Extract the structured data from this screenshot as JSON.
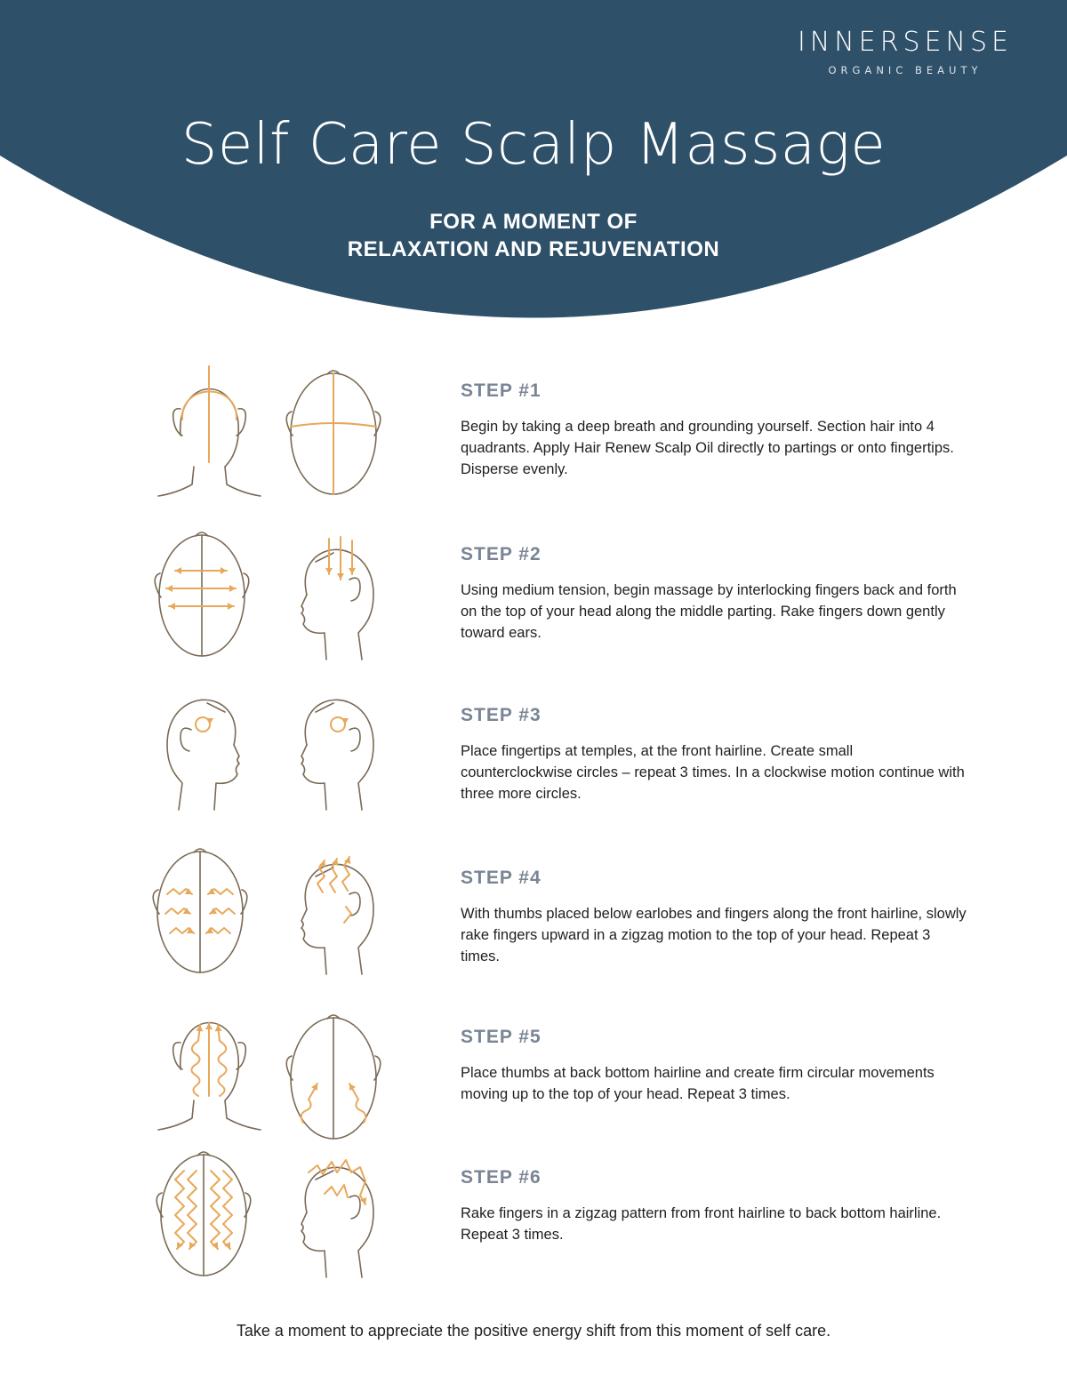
{
  "brand": {
    "name": "INNERSENSE",
    "tagline": "ORGANIC BEAUTY"
  },
  "title": "Self Care Scalp Massage",
  "subtitle": {
    "line1": "FOR A MOMENT OF",
    "line2": "RELAXATION AND REJUVENATION"
  },
  "steps": [
    {
      "label": "STEP #1",
      "text": "Begin by taking a deep breath and grounding yourself. Section hair into 4 quadrants. Apply Hair Renew Scalp Oil directly to partings or onto fingertips. Disperse evenly."
    },
    {
      "label": "STEP #2",
      "text": "Using medium tension, begin massage by interlocking fingers back and forth on the top of your head along the middle parting. Rake fingers down gently toward ears."
    },
    {
      "label": "STEP #3",
      "text": "Place fingertips at temples, at the front hairline. Create small counterclockwise circles – repeat 3 times. In a clockwise motion continue with three more circles."
    },
    {
      "label": "STEP #4",
      "text": "With thumbs placed below earlobes and fingers along the front hairline, slowly rake fingers upward in a zigzag motion to the top of your head. Repeat 3 times."
    },
    {
      "label": "STEP #5",
      "text": "Place thumbs at back bottom hairline and create firm circular movements moving up to the top of your head. Repeat 3 times."
    },
    {
      "label": "STEP #6",
      "text": "Rake fingers in a zigzag pattern from front hairline to back bottom hairline. Repeat 3 times."
    }
  ],
  "footer": "Take a moment to appreciate the positive energy shift from this moment of self care.",
  "colors": {
    "header": "#2e5069",
    "accent": "#e8a85a",
    "outline": "#7a6a55",
    "step_label": "#798594"
  }
}
